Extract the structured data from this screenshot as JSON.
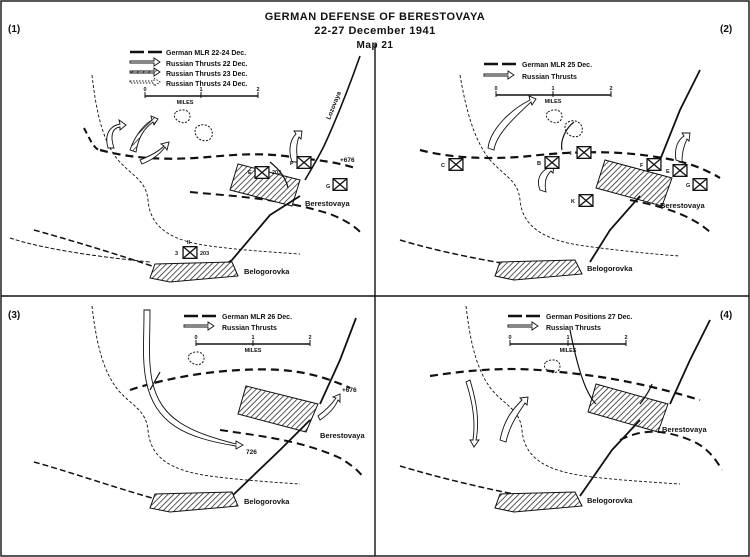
{
  "header": {
    "title": "GERMAN DEFENSE OF BERESTOVAYA",
    "dates": "22-27 December 1941",
    "map_no": "Map 21"
  },
  "panels": [
    {
      "number": "(1)",
      "legend": [
        {
          "label": "German MLR 22-24 Dec.",
          "style": "dashed"
        },
        {
          "label": "Russian Thrusts 22 Dec.",
          "style": "hollow-arrow"
        },
        {
          "label": "Russian Thrusts 23 Dec.",
          "style": "hatched-arrow"
        },
        {
          "label": "Russian Thrusts 24 Dec.",
          "style": "dotted-arrow"
        }
      ],
      "scale": {
        "ticks": [
          "0",
          "1",
          "2"
        ],
        "unit": "MILES"
      },
      "places": {
        "town_a": "Berestovaya",
        "town_b": "Belogorovka",
        "river": "Lozovaya",
        "hill": "+676"
      },
      "units": [
        {
          "letter": "E",
          "number": "",
          "extra": "203"
        },
        {
          "letter": "F",
          "number": "",
          "extra": ""
        },
        {
          "letter": "G",
          "number": "",
          "extra": ""
        },
        {
          "letter": "3",
          "number": "II",
          "extra": "203"
        }
      ]
    },
    {
      "number": "(2)",
      "legend": [
        {
          "label": "German MLR 25 Dec.",
          "style": "dashed"
        },
        {
          "label": "Russian Thrusts",
          "style": "hollow-arrow"
        }
      ],
      "scale": {
        "ticks": [
          "0",
          "1",
          "2"
        ],
        "unit": "MILES"
      },
      "places": {
        "town_a": "Berestovaya",
        "town_b": "Belogorovka"
      },
      "units": [
        {
          "letter": "C",
          "number": "",
          "extra": ""
        },
        {
          "letter": "B",
          "number": "",
          "extra": ""
        },
        {
          "letter": "I",
          "number": "",
          "extra": ""
        },
        {
          "letter": "F",
          "number": "",
          "extra": ""
        },
        {
          "letter": "E",
          "number": "",
          "extra": ""
        },
        {
          "letter": "G",
          "number": "",
          "extra": ""
        },
        {
          "letter": "K",
          "number": "",
          "extra": ""
        }
      ]
    },
    {
      "number": "(3)",
      "legend": [
        {
          "label": "German MLR 26 Dec.",
          "style": "dashed"
        },
        {
          "label": "Russian Thrusts",
          "style": "hollow-arrow"
        }
      ],
      "scale": {
        "ticks": [
          "0",
          "1",
          "2"
        ],
        "unit": "MILES"
      },
      "places": {
        "town_a": "Berestovaya",
        "town_b": "Belogorovka",
        "hill": "+676",
        "point": "726"
      }
    },
    {
      "number": "(4)",
      "legend": [
        {
          "label": "German Positions 27 Dec.",
          "style": "dashed"
        },
        {
          "label": "Russian Thrusts",
          "style": "hollow-arrow"
        }
      ],
      "scale": {
        "ticks": [
          "0",
          "1",
          "2"
        ],
        "unit": "MILES"
      },
      "places": {
        "town_a": "Berestovaya",
        "town_b": "Belogorovka"
      }
    }
  ]
}
